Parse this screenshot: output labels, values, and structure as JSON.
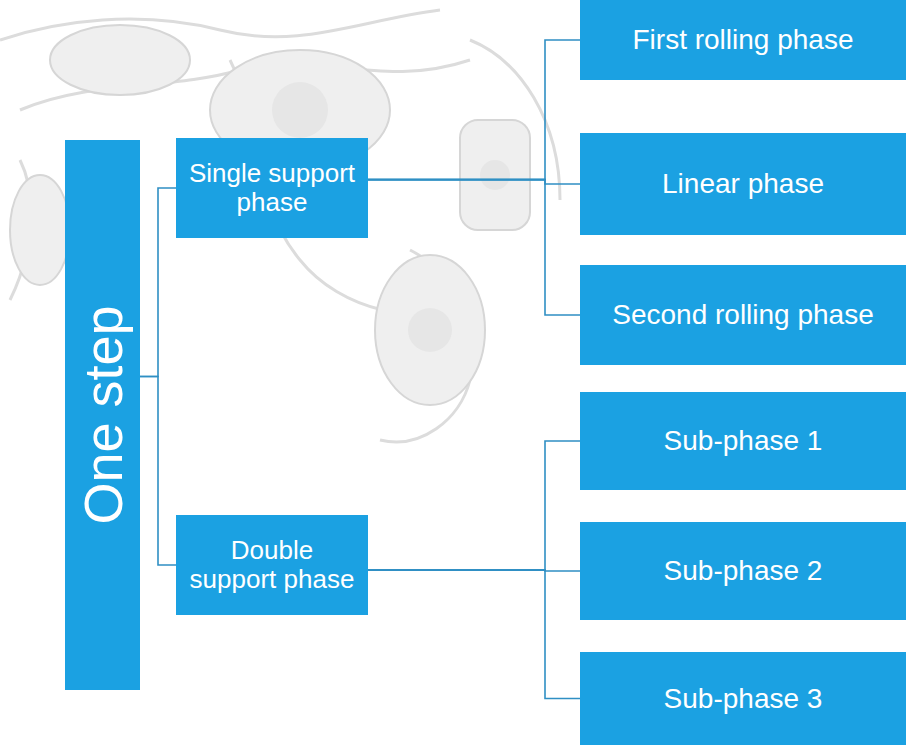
{
  "diagram": {
    "nodes": [
      {
        "text": [
          "One step"
        ]
      },
      {
        "text": [
          "Single support phase"
        ]
      },
      {
        "text": [
          "Double support phase"
        ]
      },
      {
        "text": [
          "First rolling phase"
        ]
      },
      {
        "text": [
          "Linear phase"
        ]
      },
      {
        "text": [
          "Second rolling phase"
        ]
      },
      {
        "text": [
          "Sub-phase 1"
        ]
      },
      {
        "text": [
          "Sub-phase 2"
        ]
      },
      {
        "text": [
          "Sub-phase 3"
        ]
      }
    ],
    "edges": [
      {
        "from": 0,
        "to": 1,
        "arrow": "none"
      },
      {
        "from": 0,
        "to": 2,
        "arrow": "none"
      },
      {
        "from": 1,
        "to": 3,
        "arrow": "none"
      },
      {
        "from": 1,
        "to": 4,
        "arrow": "none"
      },
      {
        "from": 1,
        "to": 5,
        "arrow": "none"
      },
      {
        "from": 2,
        "to": 6,
        "arrow": "none"
      },
      {
        "from": 2,
        "to": 7,
        "arrow": "none"
      },
      {
        "from": 2,
        "to": 8,
        "arrow": "none"
      }
    ]
  }
}
